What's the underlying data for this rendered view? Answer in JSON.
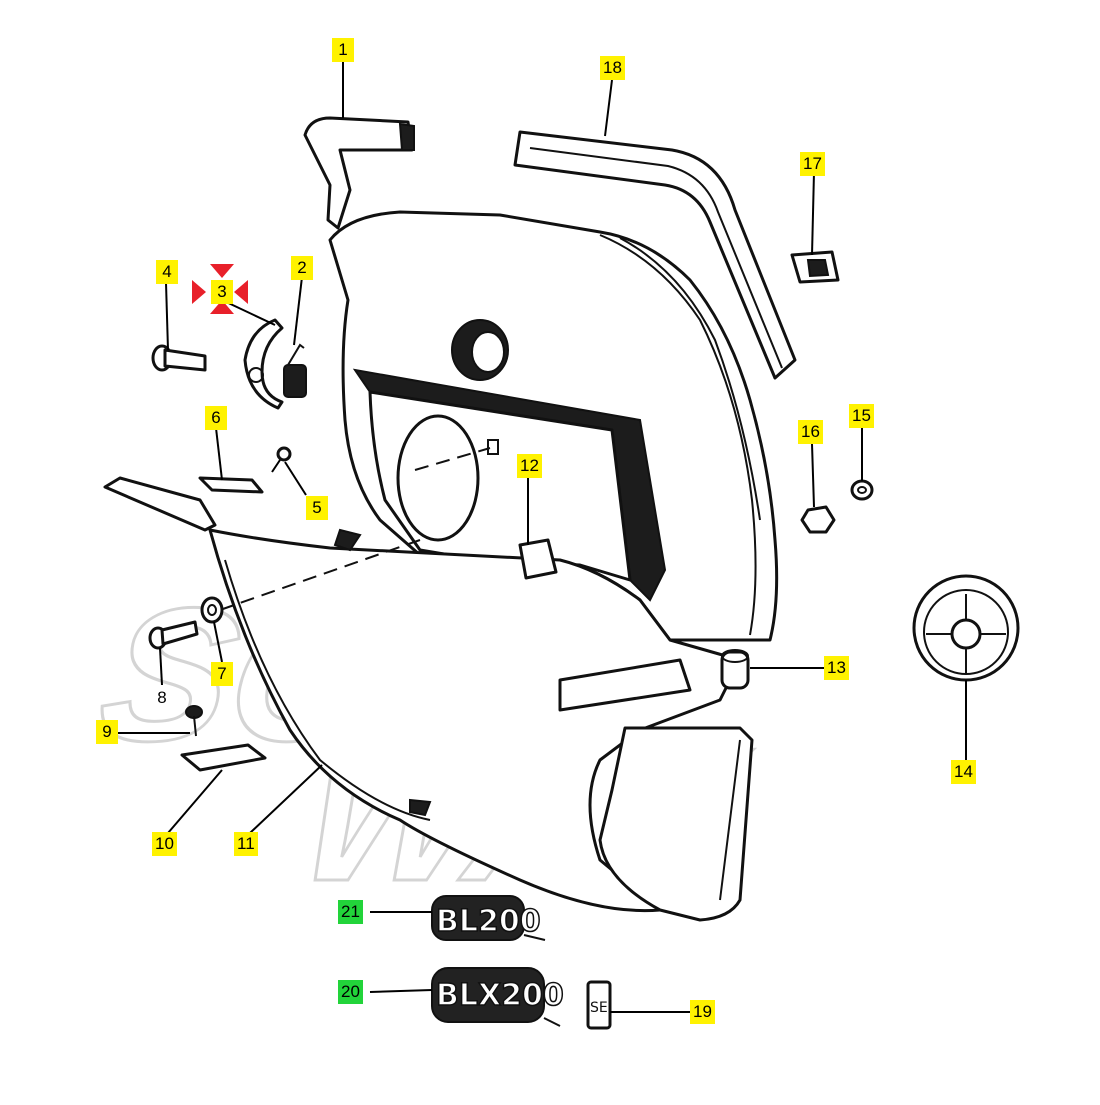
{
  "watermark": {
    "line1": "SOFT",
    "line2": "WAY"
  },
  "badges": {
    "bl200": "BL200",
    "blx200": "BLX200",
    "small": "SE"
  },
  "callouts": {
    "c1": "1",
    "c2": "2",
    "c3": "3",
    "c4": "4",
    "c5": "5",
    "c6": "6",
    "c7": "7",
    "c8": "8",
    "c9": "9",
    "c10": "10",
    "c11": "11",
    "c12": "12",
    "c13": "13",
    "c14": "14",
    "c15": "15",
    "c16": "16",
    "c17": "17",
    "c18": "18",
    "c19": "19",
    "c20": "20",
    "c21": "21"
  },
  "colors": {
    "label_yellow": "#fff200",
    "label_green": "#22d43a",
    "marker_red": "#e8202a"
  }
}
